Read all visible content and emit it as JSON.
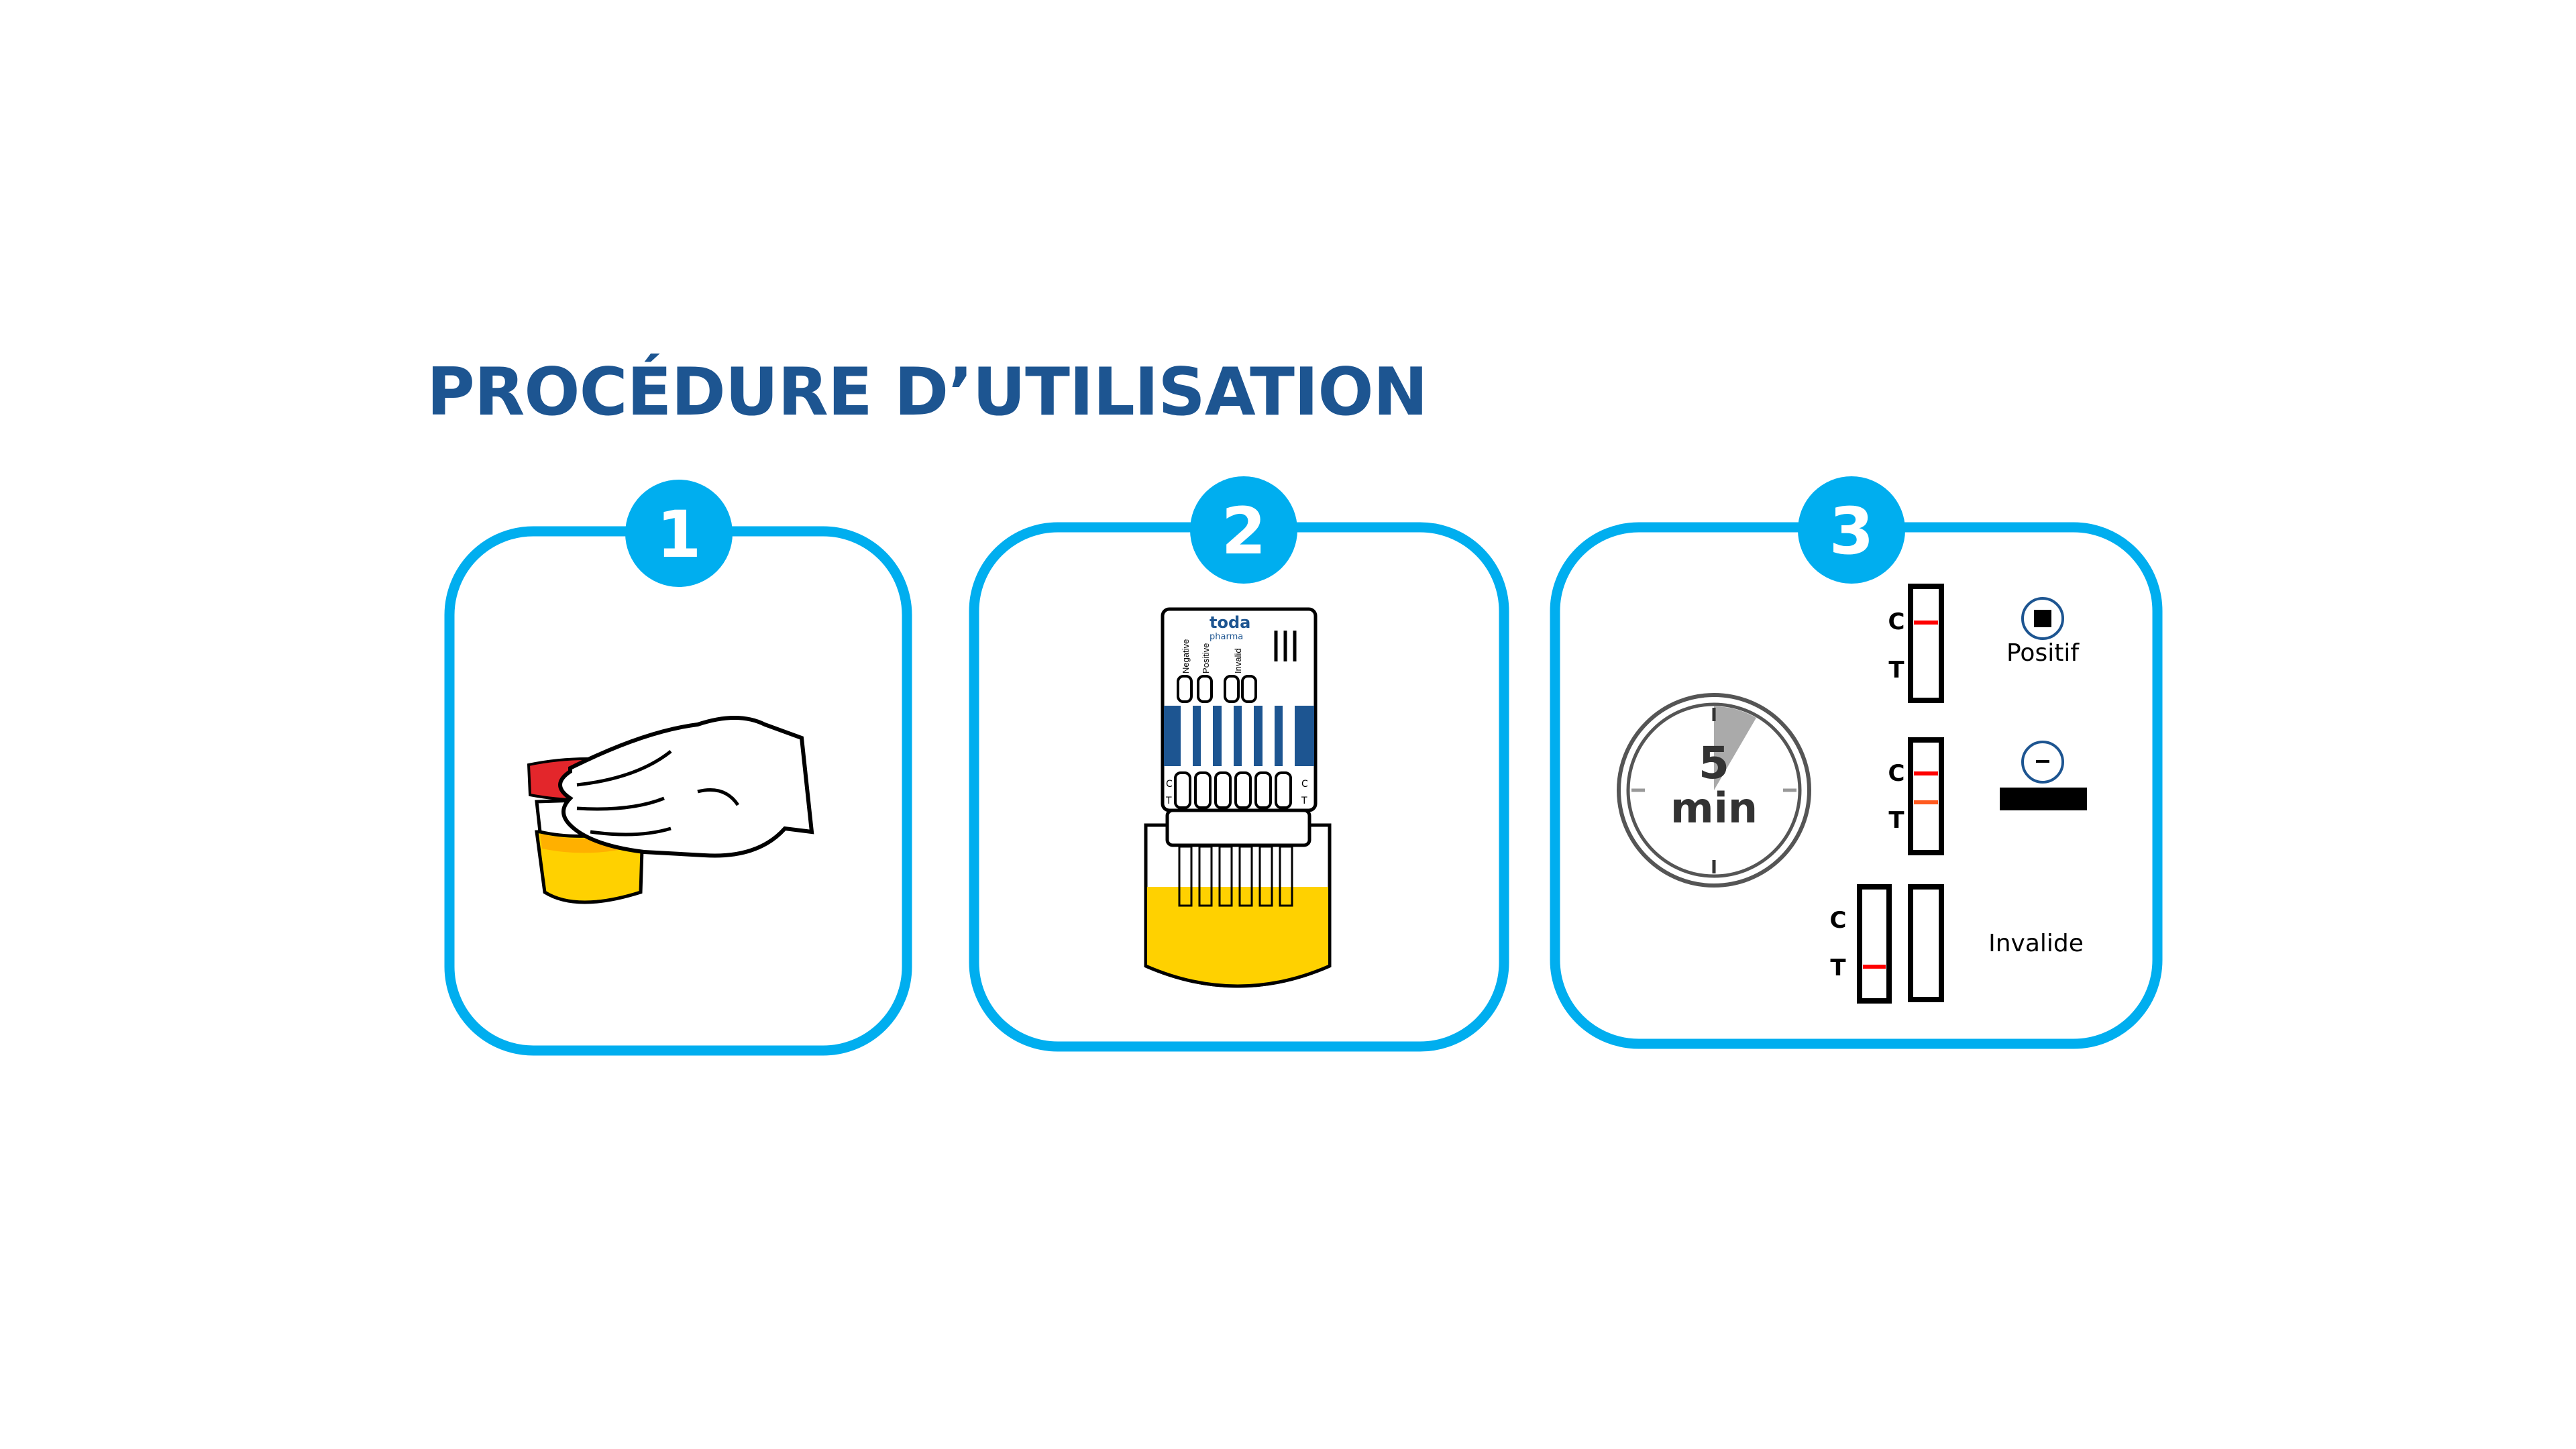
{
  "title": "PROCÉDURE D’UTILISATION",
  "colors": {
    "accent": "#00aeef",
    "title": "#1d5591",
    "urine": "#ffd100",
    "lid": "#e3262b",
    "line_red": "#ff0000",
    "line_orange": "#ff5a1f"
  },
  "steps": [
    {
      "number": "1"
    },
    {
      "number": "2",
      "card": {
        "brand_top": "toda",
        "brand_bottom": "pharma",
        "legend": [
          "Negative",
          "Positive",
          "Invalid"
        ],
        "c_label": "C",
        "t_label": "T"
      }
    },
    {
      "number": "3",
      "timer": {
        "value": "5",
        "unit": "min"
      },
      "results": {
        "c_label": "C",
        "t_label": "T",
        "positive": "Positif",
        "invalid": "Invalide"
      }
    }
  ]
}
